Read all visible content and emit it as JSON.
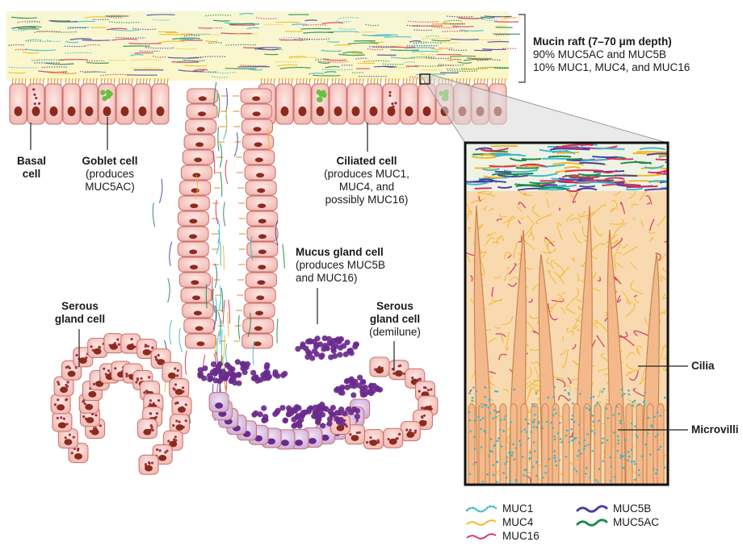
{
  "labels": {
    "raft_title": "Mucin raft (7–70 μm depth)",
    "raft_line1": "90% MUC5AC and MUC5B",
    "raft_line2": "10% MUC1, MUC4, and MUC16",
    "basal_1": "Basal",
    "basal_2": "cell",
    "goblet_1": "Goblet cell",
    "goblet_2": "(produces",
    "goblet_3": "MUC5AC)",
    "ciliated_1": "Ciliated cell",
    "ciliated_2": "(produces MUC1,",
    "ciliated_3": "MUC4, and",
    "ciliated_4": "possibly MUC16)",
    "mucus_1": "Mucus gland cell",
    "mucus_2": "(produces MUC5B",
    "mucus_3": "and MUC16)",
    "serous_left_1": "Serous",
    "serous_left_2": "gland cell",
    "serous_right_1": "Serous",
    "serous_right_2": "gland cell",
    "serous_right_3": "(demilune)",
    "cilia": "Cilia",
    "microvilli": "Microvilli"
  },
  "legend": [
    {
      "name": "MUC1",
      "color": "#3fb7c9",
      "style": "dotted"
    },
    {
      "name": "MUC4",
      "color": "#f2b61c",
      "style": "solid"
    },
    {
      "name": "MUC16",
      "color": "#d9305a",
      "style": "solid"
    },
    {
      "name": "MUC5B",
      "color": "#4b3fa0",
      "style": "dotted-dark"
    },
    {
      "name": "MUC5AC",
      "color": "#1e8a4a",
      "style": "dotted-dark"
    }
  ],
  "colors": {
    "cell_pink": "#f6c9c6",
    "cell_border": "#c9706b",
    "nucleus": "#8c2a1c",
    "goblet_green": "#6bbf3f",
    "mucus_purple": "#6a2a8c",
    "cilia_orange": "#d98c2a",
    "inset_fill": "#f8d9b0"
  }
}
